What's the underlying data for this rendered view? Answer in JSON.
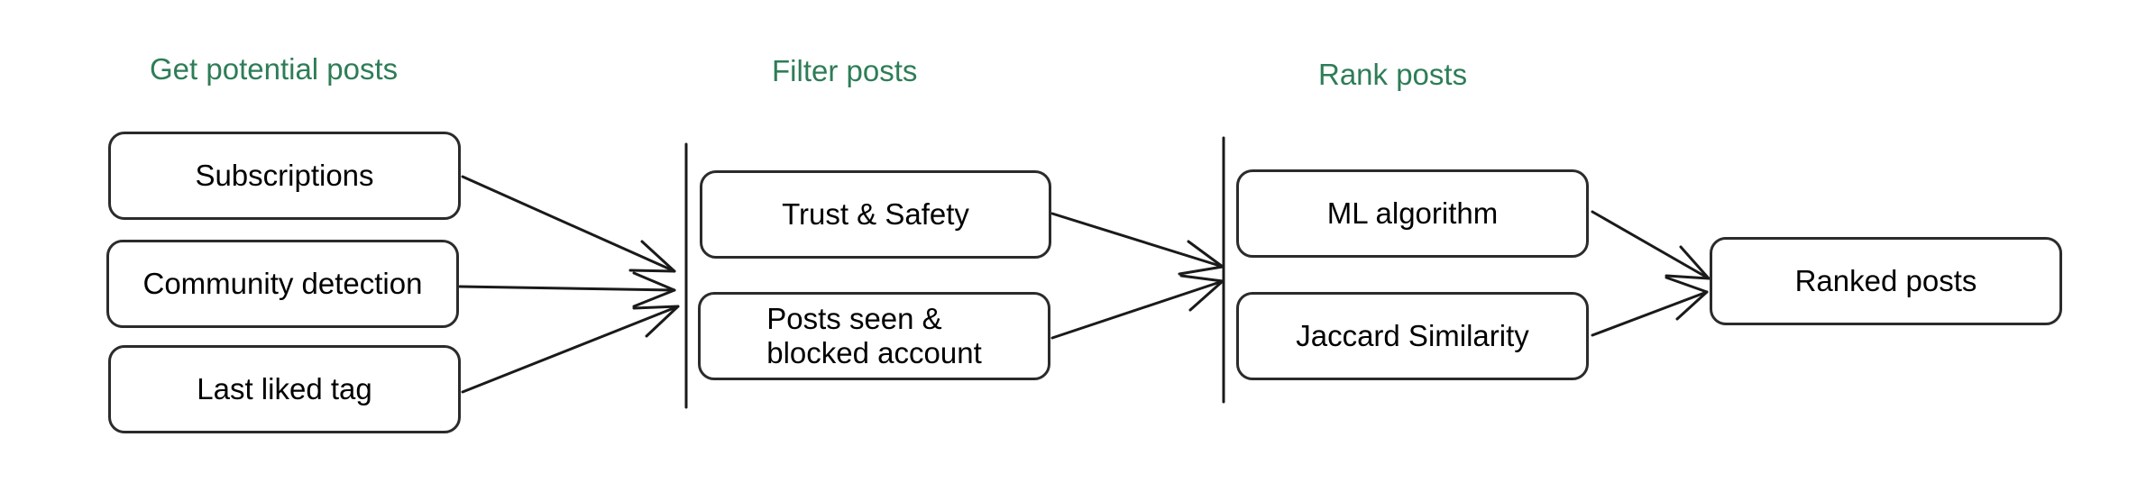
{
  "stages": {
    "get": "Get potential posts",
    "filter": "Filter posts",
    "rank": "Rank posts"
  },
  "sources": {
    "subscriptions": "Subscriptions",
    "community": "Community detection",
    "last_liked": "Last liked tag"
  },
  "filters": {
    "trust": "Trust & Safety",
    "seen_blocked": "Posts seen &\nblocked account"
  },
  "rankers": {
    "ml": "ML algorithm",
    "jaccard": "Jaccard Similarity"
  },
  "output": {
    "ranked": "Ranked posts"
  },
  "colors": {
    "stage_title": "#2e7d57",
    "stroke": "#2b2b2b"
  }
}
